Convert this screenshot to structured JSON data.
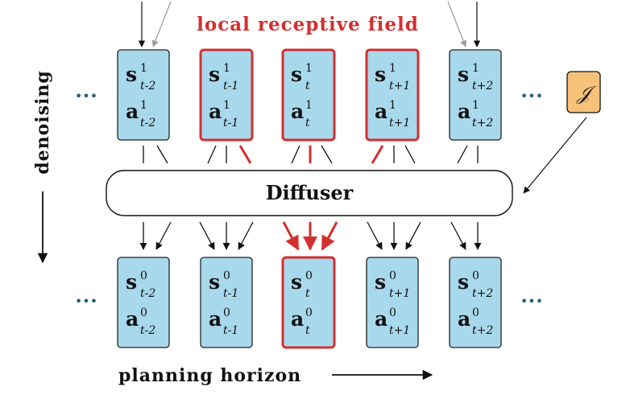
{
  "labels": {
    "top": "local receptive field",
    "left": "denoising",
    "bottom": "planning horizon",
    "diffuser": "Diffuser",
    "objective": "𝒥",
    "ellipsis": "•••"
  },
  "noisy_row": [
    {
      "state_base": "s",
      "state_sup": "1",
      "state_sub": "t-2",
      "action_base": "a",
      "action_sup": "1",
      "action_sub": "t-2",
      "highlight": false
    },
    {
      "state_base": "s",
      "state_sup": "1",
      "state_sub": "t-1",
      "action_base": "a",
      "action_sup": "1",
      "action_sub": "t-1",
      "highlight": true
    },
    {
      "state_base": "s",
      "state_sup": "1",
      "state_sub": "t",
      "action_base": "a",
      "action_sup": "1",
      "action_sub": "t",
      "highlight": true
    },
    {
      "state_base": "s",
      "state_sup": "1",
      "state_sub": "t+1",
      "action_base": "a",
      "action_sup": "1",
      "action_sub": "t+1",
      "highlight": true
    },
    {
      "state_base": "s",
      "state_sup": "1",
      "state_sub": "t+2",
      "action_base": "a",
      "action_sup": "1",
      "action_sub": "t+2",
      "highlight": false
    }
  ],
  "clean_row": [
    {
      "state_base": "s",
      "state_sup": "0",
      "state_sub": "t-2",
      "action_base": "a",
      "action_sup": "0",
      "action_sub": "t-2",
      "highlight": false
    },
    {
      "state_base": "s",
      "state_sup": "0",
      "state_sub": "t-1",
      "action_base": "a",
      "action_sup": "0",
      "action_sub": "t-1",
      "highlight": false
    },
    {
      "state_base": "s",
      "state_sup": "0",
      "state_sub": "t",
      "action_base": "a",
      "action_sup": "0",
      "action_sub": "t",
      "highlight": true
    },
    {
      "state_base": "s",
      "state_sup": "0",
      "state_sub": "t+1",
      "action_base": "a",
      "action_sup": "0",
      "action_sub": "t+1",
      "highlight": false
    },
    {
      "state_base": "s",
      "state_sup": "0",
      "state_sub": "t+2",
      "action_base": "a",
      "action_sup": "0",
      "action_sub": "t+2",
      "highlight": false
    }
  ],
  "colors": {
    "box_fill": "#a8d8ec",
    "box_stroke": "#222222",
    "highlight": "#d32f2f",
    "objective_fill": "#f6c27a",
    "arrow_gray": "#9a9a9a",
    "text": "#111111"
  }
}
